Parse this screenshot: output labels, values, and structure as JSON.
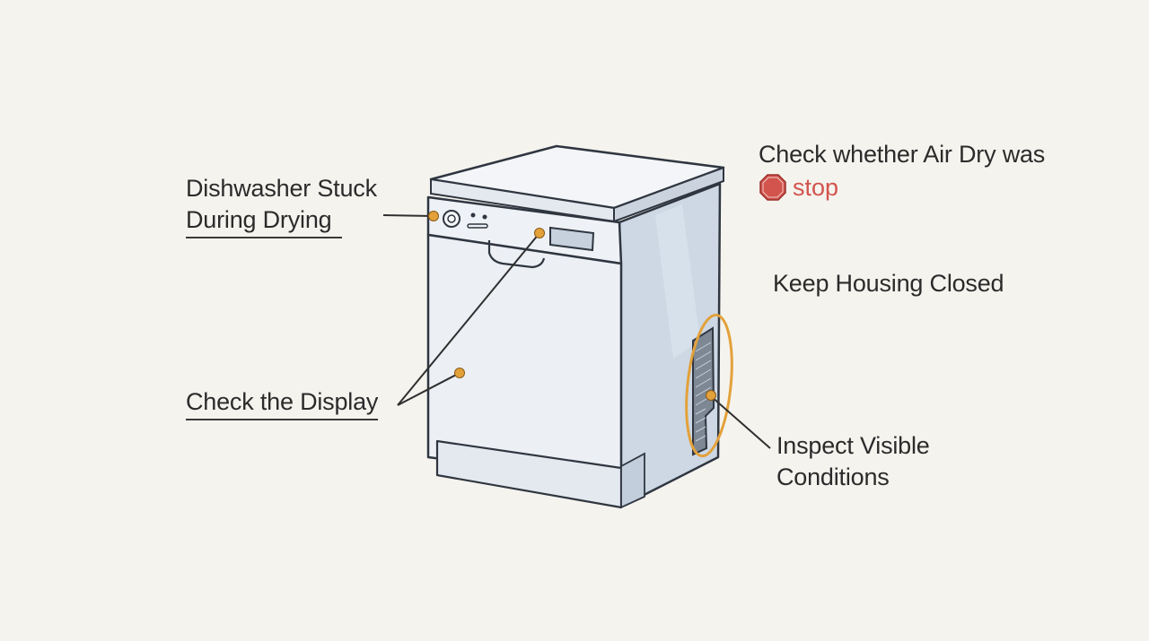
{
  "labels": {
    "stuck_line1": "Dishwasher Stuck",
    "stuck_line2": "During Drying",
    "check_display": "Check the Display",
    "air_dry": "Check whether Air Dry was",
    "stop": "stop",
    "keep_housing": "Keep Housing Closed",
    "inspect_line1": "Inspect Visible",
    "inspect_line2": "Conditions"
  },
  "icons": {
    "stop_sign": "stop-octagon-icon"
  },
  "colors": {
    "background": "#f5f3ee",
    "marker": "#e3a13a",
    "stop_red": "#d2544d",
    "appliance": "#dde4ec"
  }
}
